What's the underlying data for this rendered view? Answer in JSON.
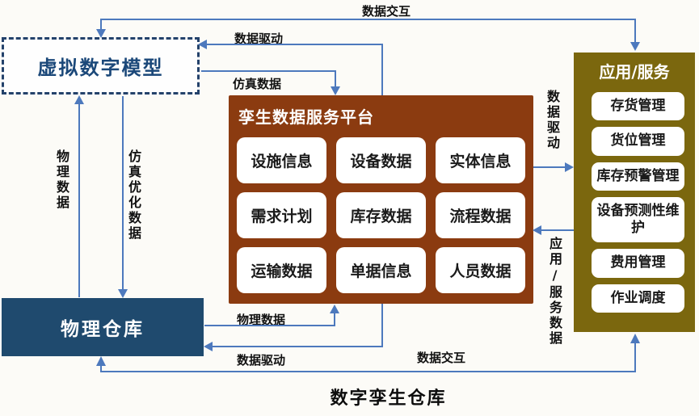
{
  "diagram": {
    "title": "数字孪生仓库",
    "nodes": {
      "virtual_model": {
        "label": "虚拟数字模型"
      },
      "platform": {
        "title": "孪生数据服务平台",
        "cells": [
          "设施信息",
          "设备数据",
          "实体信息",
          "需求计划",
          "库存数据",
          "流程数据",
          "运输数据",
          "单据信息",
          "人员数据"
        ]
      },
      "app_services": {
        "title": "应用/服务",
        "items": [
          "存货管理",
          "货位管理",
          "库存预警管理",
          "设备预测性维护",
          "费用管理",
          "作业调度"
        ]
      },
      "physical_warehouse": {
        "label": "物理仓库"
      }
    },
    "edge_labels": {
      "top_interaction": "数据交互",
      "top_drive": "数据驱动",
      "sim_data": "仿真数据",
      "vert_physical": "物理数据",
      "vert_sim_opt": "仿真优化数据",
      "right_drive": "数据驱动",
      "app_service_data": "应用/服务数据",
      "bottom_physical": "物理数据",
      "bottom_drive": "数据驱动",
      "bottom_interaction": "数据交互"
    },
    "colors": {
      "bg": "#fcfbf7",
      "platform_bg": "#8b3b10",
      "app_bg": "#7b670e",
      "warehouse_bg": "#1f4a6e",
      "virtual_border": "#24426b",
      "virtual_text": "#1b4879",
      "arrow": "#4d79bd"
    }
  }
}
